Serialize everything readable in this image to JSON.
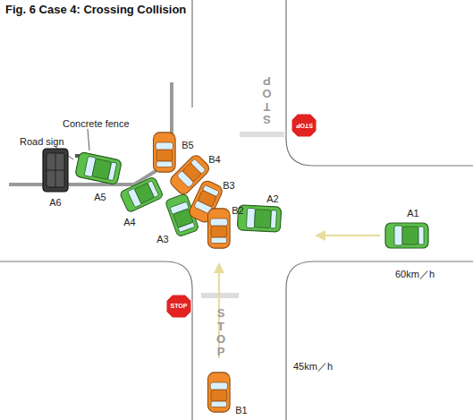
{
  "diagram": {
    "title": "Fig. 6 Case 4: Crossing Collision",
    "labels": [
      "Concrete fence",
      "Road sign",
      "A6",
      "A5",
      "A4",
      "A3",
      "A2",
      "A1",
      "B5",
      "B4",
      "B3",
      "B2",
      "B1",
      "STOP",
      "STOP",
      "STOP",
      "STOP",
      "60km／h",
      "45km／h"
    ]
  }
}
